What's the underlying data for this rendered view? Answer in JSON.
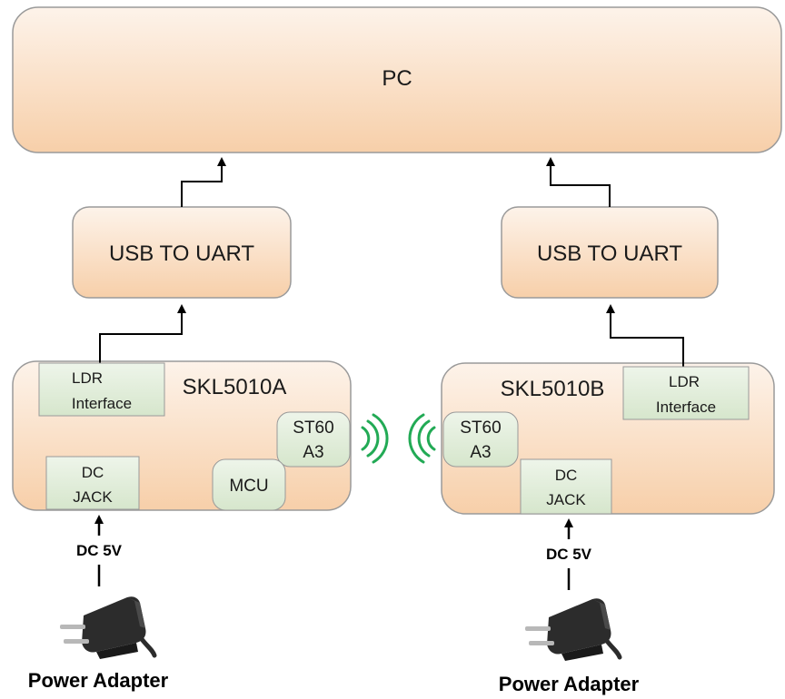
{
  "diagram": {
    "pc_label": "PC",
    "left": {
      "usb_label": "USB TO UART",
      "board_label": "SKL5010A",
      "ldr_line1": "LDR",
      "ldr_line2": "Interface",
      "st60_line1": "ST60",
      "st60_line2": "A3",
      "mcu_label": "MCU",
      "dcjack_line1": "DC",
      "dcjack_line2": "JACK",
      "dc_label": "DC 5V",
      "adapter_label": "Power Adapter"
    },
    "right": {
      "usb_label": "USB TO UART",
      "board_label": "SKL5010B",
      "ldr_line1": "LDR",
      "ldr_line2": "Interface",
      "st60_line1": "ST60",
      "st60_line2": "A3",
      "dcjack_line1": "DC",
      "dcjack_line2": "JACK",
      "dc_label": "DC 5V",
      "adapter_label": "Power Adapter"
    }
  },
  "colors": {
    "block_fill_top": "#fdf3ea",
    "block_fill_bottom": "#f7cfa9",
    "block_stroke": "#888888",
    "module_fill": "#e3eedc",
    "wireless_green": "#22aa55",
    "line": "#000000"
  }
}
